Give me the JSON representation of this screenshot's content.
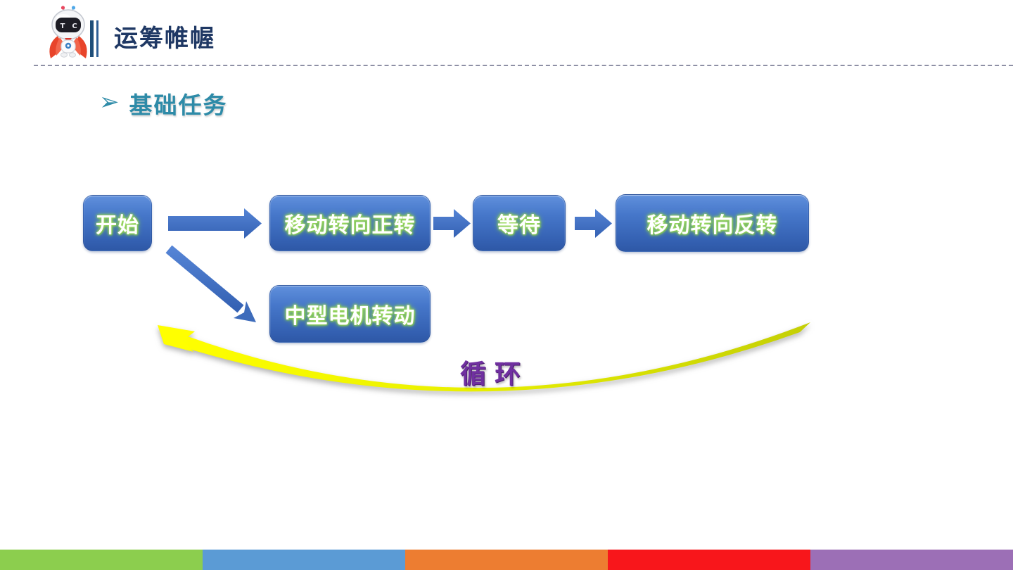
{
  "slide": {
    "title": "运筹帷幄",
    "section_bullet": "➢",
    "section_heading": "基础任务",
    "mascot": {
      "name": "robot-mascot",
      "face_text": "T C"
    }
  },
  "flowchart": {
    "nodes": [
      {
        "id": "start",
        "label": "开始"
      },
      {
        "id": "move-forward",
        "label": "移动转向正转"
      },
      {
        "id": "wait",
        "label": "等待"
      },
      {
        "id": "move-reverse",
        "label": "移动转向反转"
      },
      {
        "id": "motor-rotate",
        "label": "中型电机转动"
      }
    ],
    "connectors": [
      "start→move-forward",
      "move-forward→wait",
      "wait→move-reverse",
      "start→motor-rotate",
      "loop-back"
    ],
    "loop_label": "循环"
  },
  "colors": {
    "title_navy": "#1F3864",
    "heading_teal": "#2E8BA8",
    "node_blue": "#4070C2",
    "node_text_glow": "#8FD14F",
    "arrow_blue": "#4070C2",
    "loop_text_purple": "#7030A0",
    "loop_arrow_yellow": "#FFFF00",
    "loop_arrow_olive": "#C4CF05"
  },
  "footer_bar": {
    "segments": [
      "#8CCE4E",
      "#5B9BD5",
      "#ED7D31",
      "#F8161B",
      "#9C6FB6"
    ]
  }
}
